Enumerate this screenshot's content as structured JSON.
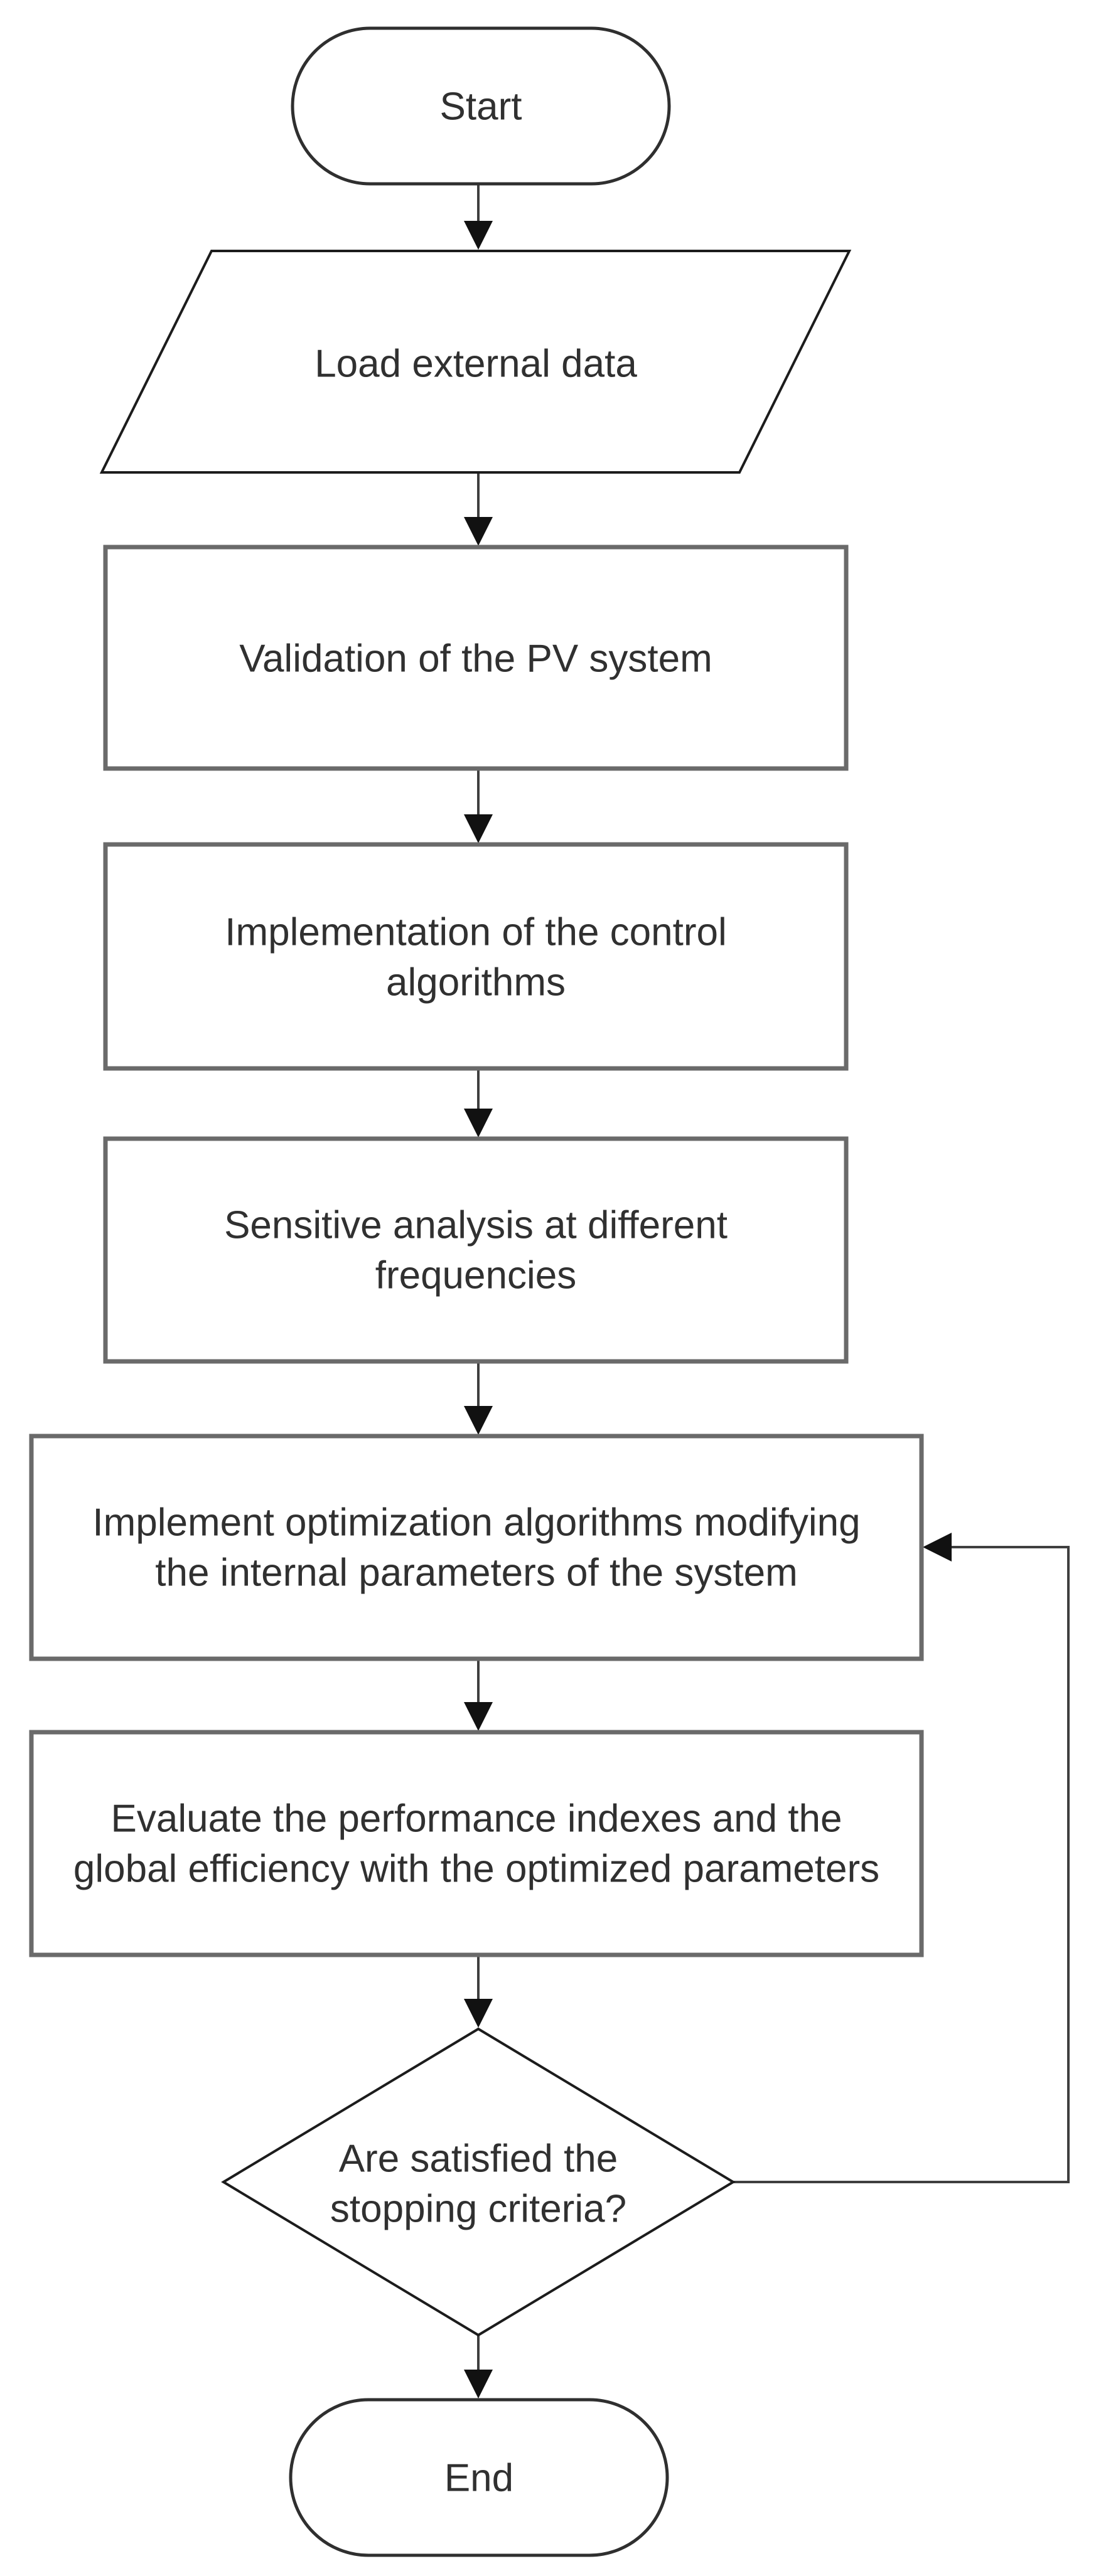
{
  "diagram": {
    "type": "flowchart",
    "background_color": "#ffffff",
    "line_color": "#3f3f3f",
    "process_border_color": "#6a6a6a",
    "outline_color": "#1c1c1c",
    "text_color": "#303030",
    "nodes": {
      "start": {
        "shape": "terminator",
        "label": "Start"
      },
      "load_data": {
        "shape": "input-output",
        "label": "Load external data"
      },
      "validation": {
        "shape": "process",
        "label": "Validation of the PV system"
      },
      "implementation": {
        "shape": "process",
        "line1": "Implementation of the control",
        "line2": "algorithms"
      },
      "sensitivity": {
        "shape": "process",
        "line1": "Sensitive analysis at different",
        "line2": "frequencies"
      },
      "optimization": {
        "shape": "process",
        "line1": "Implement optimization algorithms modifying",
        "line2": "the internal parameters of the system"
      },
      "evaluation": {
        "shape": "process",
        "line1": "Evaluate the performance indexes and the",
        "line2": "global efficiency with the optimized parameters"
      },
      "decision": {
        "shape": "decision",
        "line1": "Are satisfied the",
        "line2": "stopping criteria?"
      },
      "end": {
        "shape": "terminator",
        "label": "End"
      }
    },
    "edges": [
      {
        "from": "start",
        "to": "load_data"
      },
      {
        "from": "load_data",
        "to": "validation"
      },
      {
        "from": "validation",
        "to": "implementation"
      },
      {
        "from": "implementation",
        "to": "sensitivity"
      },
      {
        "from": "sensitivity",
        "to": "optimization"
      },
      {
        "from": "optimization",
        "to": "evaluation"
      },
      {
        "from": "evaluation",
        "to": "decision"
      },
      {
        "from": "decision",
        "to": "end"
      },
      {
        "from": "decision",
        "to": "optimization",
        "kind": "loop-back"
      }
    ]
  }
}
